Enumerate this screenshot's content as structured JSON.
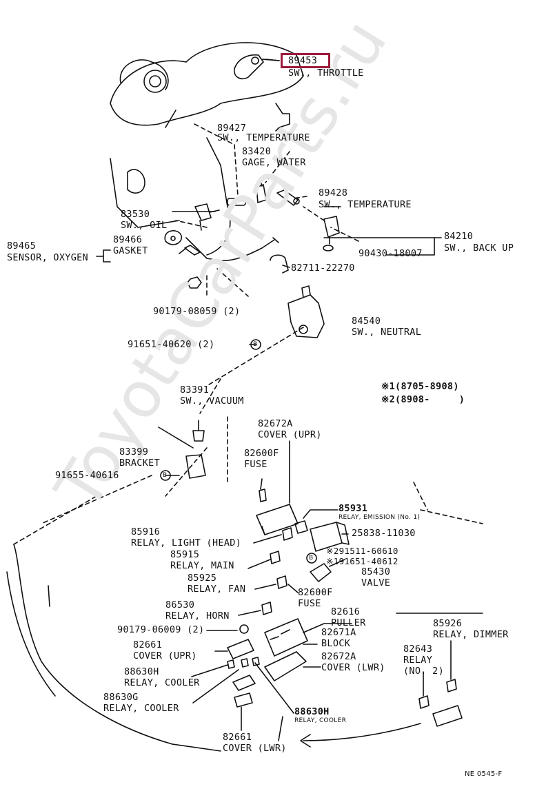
{
  "highlight": {
    "part_no": "89453",
    "color": "#9b1b3a"
  },
  "labels": {
    "throttle_name": "SW., THROTTLE",
    "temp1_no": "89427",
    "temp1_name": "SW., TEMPERATURE",
    "gage_no": "83420",
    "gage_name": "GAGE, WATER",
    "temp2_no": "89428",
    "temp2_name": "SW., TEMPERATURE",
    "oil_no": "83530",
    "oil_name": "SW., OIL",
    "backup_no": "84210",
    "backup_name": "SW., BACK UP",
    "oxy_no": "89465",
    "oxy_name": "SENSOR, OXYGEN",
    "gasket_no": "89466",
    "gasket_name": "GASKET",
    "washer_no": "90430-18007",
    "clamp_no": "82711-22270",
    "nut_no": "90179-08059 (2)",
    "neutral_no": "84540",
    "neutral_name": "SW., NEUTRAL",
    "bolt1_no": "91651-40620 (2)",
    "vacuum_no": "83391",
    "vacuum_name": "SW., VACUUM",
    "note1": "※1(8705-8908)",
    "note2": "※2(8908-     )",
    "coverupr_no": "82672A",
    "coverupr_name": "COVER (UPR)",
    "bracket_no": "83399",
    "bracket_name": "BRACKET",
    "fuse1_no": "82600F",
    "fuse1_name": "FUSE",
    "bolt2_no": "91655-40616",
    "emission_no": "85931",
    "emission_name": "RELAY, EMISSION (No. 1)",
    "headlight_no": "85916",
    "headlight_name": "RELAY, LIGHT (HEAD)",
    "r25838_no": "25838-11030",
    "main_no": "85915",
    "main_name": "RELAY, MAIN",
    "bolt3_no": "※291511-60610",
    "bolt4_no": "※191651-40612",
    "valve_no": "85430",
    "valve_name": "VALVE",
    "fan_no": "85925",
    "fan_name": "RELAY, FAN",
    "fuse2_no": "82600F",
    "fuse2_name": "FUSE",
    "horn_no": "86530",
    "horn_name": "RELAY, HORN",
    "puller_no": "82616",
    "puller_name": "PULLER",
    "nut2_no": "90179-06009 (2)",
    "block_no": "82671A",
    "block_name": "BLOCK",
    "dimmer_no": "85926",
    "dimmer_name": "RELAY, DIMMER",
    "cover661u_no": "82661",
    "cover661u_name": "COVER (UPR)",
    "coverlwr_no": "82672A",
    "coverlwr_name": "COVER (LWR)",
    "relay2_no": "82643",
    "relay2_name": "RELAY",
    "relay2_sub": "(NO. 2)",
    "cooler1_no": "88630H",
    "cooler1_name": "RELAY, COOLER",
    "cooler2_no": "88630G",
    "cooler2_name": "RELAY, COOLER",
    "cooler3_no": "88630H",
    "cooler3_name": "RELAY, COOLER",
    "cover661l_no": "82661",
    "cover661l_name": "COVER (LWR)",
    "b_mark": "B",
    "figure_code": "NE 0545-F",
    "watermark": "ToyotaCarParts.ru"
  }
}
